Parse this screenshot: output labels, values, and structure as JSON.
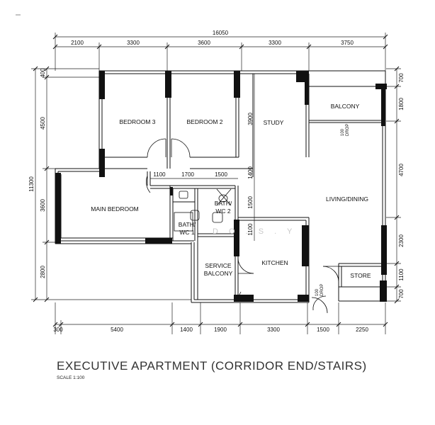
{
  "title": "EXECUTIVE APARTMENT (CORRIDOR END/STAIRS)",
  "scale": "SCALE 1:100",
  "watermark": "D O . S . Y",
  "dimensions": {
    "overall_width": "16050",
    "top": [
      "2100",
      "3300",
      "3600",
      "3300",
      "3750"
    ],
    "bottom": [
      "300",
      "5400",
      "1400",
      "1900",
      "3300",
      "1500",
      "2250"
    ],
    "left_total": "11300",
    "left": [
      "400",
      "4500",
      "3600",
      "2800"
    ],
    "right": [
      "700",
      "1800",
      "4700",
      "2300",
      "1100",
      "700"
    ],
    "inner_row": [
      "1100",
      "1700",
      "1500"
    ],
    "study_v": [
      "3900",
      "1400",
      "1500",
      "1100"
    ]
  },
  "rooms": {
    "bedroom3": "BEDROOM 3",
    "bedroom2": "BEDROOM 2",
    "study": "STUDY",
    "balcony": "BALCONY",
    "living": "LIVING/DINING",
    "main_bedroom": "MAIN BEDROOM",
    "bath2_l1": "BATH/",
    "bath2_l2": "WC 2",
    "bath1_l1": "BATH/",
    "bath1_l2": "WC 1",
    "service_l1": "SERVICE",
    "service_l2": "BALCONY",
    "kitchen": "KITCHEN",
    "store": "STORE",
    "drop1_l1": "100",
    "drop1_l2": "DROP",
    "drop2_l1": "100",
    "drop2_l2": "DROP"
  }
}
